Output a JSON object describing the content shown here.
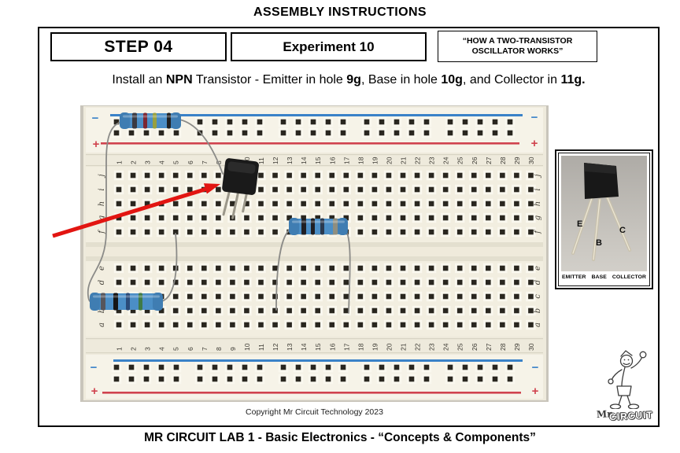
{
  "page": {
    "title": "ASSEMBLY INSTRUCTIONS",
    "footer": "MR CIRCUIT LAB 1 - Basic Electronics - “Concepts & Components”"
  },
  "header": {
    "step": "STEP 04",
    "experiment": "Experiment 10",
    "topic_line1": "“HOW A TWO-TRANSISTOR",
    "topic_line2": "OSCILLATOR WORKS”"
  },
  "instruction": {
    "segments": [
      {
        "text": "Install an ",
        "bold": false
      },
      {
        "text": "NPN",
        "bold": true
      },
      {
        "text": " Transistor - Emitter in hole ",
        "bold": false
      },
      {
        "text": "9g",
        "bold": true
      },
      {
        "text": ", Base in hole ",
        "bold": false
      },
      {
        "text": "10g",
        "bold": true
      },
      {
        "text": ", and Collector in ",
        "bold": false
      },
      {
        "text": "11g.",
        "bold": true
      }
    ]
  },
  "photo": {
    "copyright": "Copyright Mr Circuit Technology 2023",
    "breadboard": {
      "column_count": 30,
      "top_row_letters": [
        "j",
        "i",
        "h",
        "g",
        "f"
      ],
      "bottom_row_letters": [
        "e",
        "d",
        "c",
        "b",
        "a"
      ],
      "rail_minus": "−",
      "rail_plus": "+"
    }
  },
  "legend": {
    "emitter": "E",
    "base": "B",
    "collector": "C",
    "caption": [
      "EMITTER",
      "BASE",
      "COLLECTOR"
    ]
  },
  "logo": {
    "mr": "Mr",
    "circuit": "CIRCUIT"
  },
  "colors": {
    "rail_blue": "#3a82c8",
    "rail_red": "#d0434e",
    "arrow_red": "#e21511",
    "resistor_body": "#4b8ec6",
    "board_cream": "#eeeadc",
    "hole_dark": "#29261f"
  }
}
